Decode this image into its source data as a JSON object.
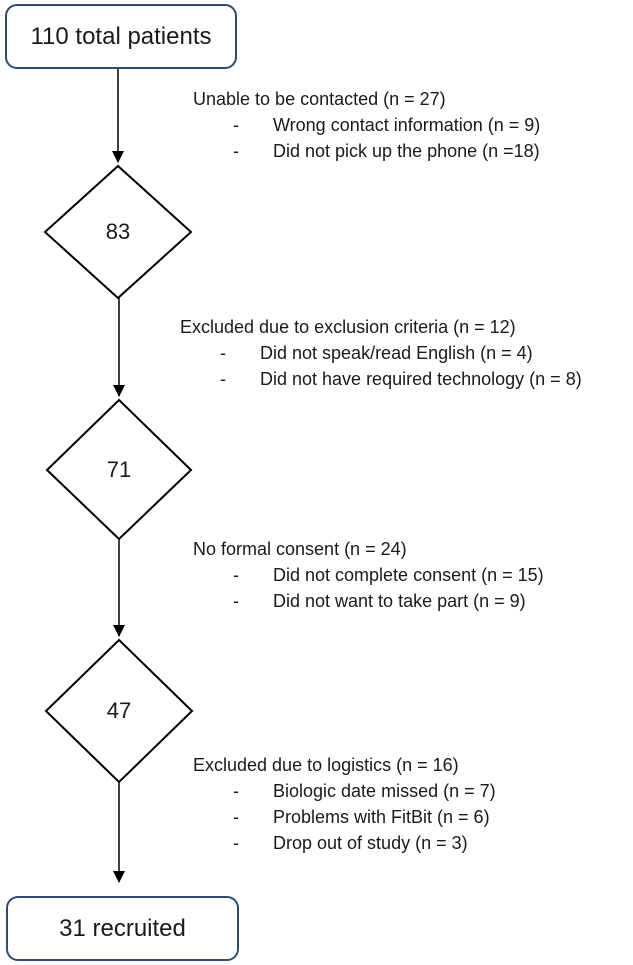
{
  "start_box": {
    "label": "110 total patients"
  },
  "end_box": {
    "label": "31 recruited"
  },
  "stages": [
    {
      "remaining": "83",
      "exclusion": {
        "title": "Unable to be contacted (n = 27)",
        "items": [
          "Wrong contact information (n = 9)",
          "Did not pick up the phone (n =18)"
        ]
      }
    },
    {
      "remaining": "71",
      "exclusion": {
        "title": "Excluded due to exclusion criteria (n = 12)",
        "items": [
          "Did not speak/read English (n = 4)",
          "Did not have required technology (n = 8)"
        ]
      }
    },
    {
      "remaining": "47",
      "exclusion": {
        "title": "No formal consent (n = 24)",
        "items": [
          "Did not complete consent (n = 15)",
          "Did not want to take part (n = 9)"
        ]
      }
    },
    {
      "exclusion": {
        "title": "Excluded due to logistics (n = 16)",
        "items": [
          "Biologic date missed (n = 7)",
          "Problems with FitBit (n = 6)",
          "Drop out of study (n = 3)"
        ]
      }
    }
  ],
  "colors": {
    "box_border": "#2f4a73",
    "line": "#000000"
  }
}
